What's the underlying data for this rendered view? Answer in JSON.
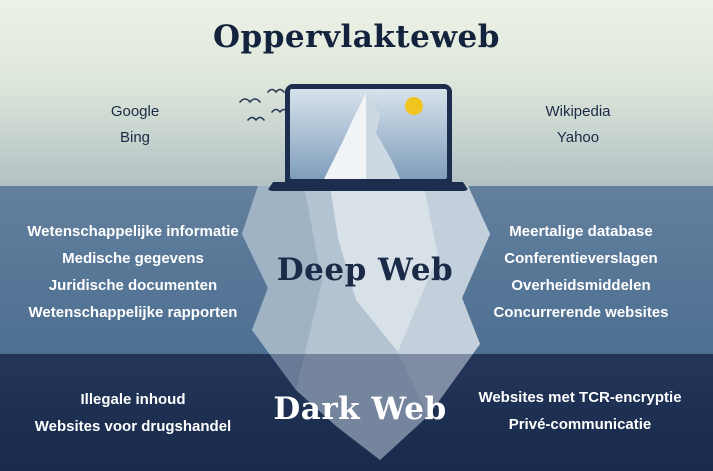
{
  "title": "Oppervlakteweb",
  "surface_web": {
    "left_items": [
      "Google",
      "Bing"
    ],
    "right_items": [
      "Wikipedia",
      "Yahoo"
    ]
  },
  "deep_web": {
    "title": "Deep Web",
    "left_items": [
      "Wetenschappelijke informatie",
      "Medische gegevens",
      "Juridische documenten",
      "Wetenschappelijke rapporten"
    ],
    "right_items": [
      "Meertalige database",
      "Conferentieverslagen",
      "Overheidsmiddelen",
      "Concurrerende websites"
    ]
  },
  "dark_web": {
    "title": "Dark Web",
    "left_items": [
      "Illegale inhoud",
      "Websites voor drugshandel"
    ],
    "right_items": [
      "Websites met TCR-encryptie",
      "Privé-communicatie"
    ]
  },
  "icons": {
    "laptop": "laptop-with-iceberg-wallpaper",
    "birds": "flying-birds",
    "sun": "sun",
    "iceberg": "underwater-iceberg"
  },
  "colors": {
    "surface_top": "#eef2e6",
    "surface_bottom": "#b3c1c4",
    "deep_water": "#59789a",
    "dark_water": "#1d2e50",
    "navy_text": "#13233d",
    "light_text": "#ffffff",
    "sun": "#f1c51f",
    "iceberg_body": "#b3c3d1"
  }
}
